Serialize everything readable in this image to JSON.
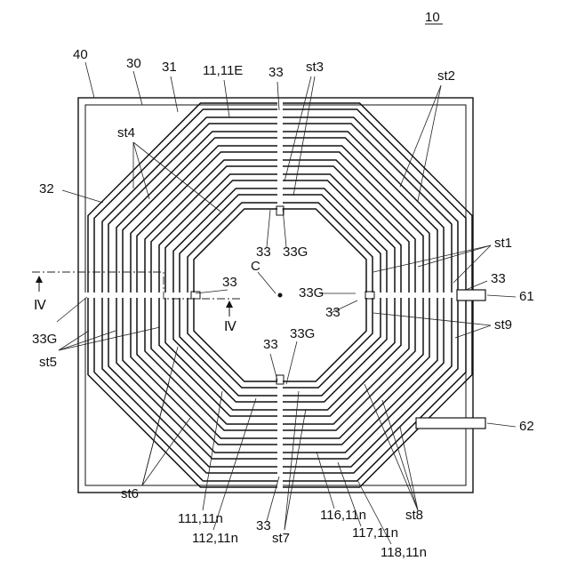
{
  "figure_number": "10",
  "labels": {
    "substrate": "40",
    "coil_unit": "30",
    "insulator": "31",
    "outer_coil": "11,11E",
    "gap_top": "33",
    "slit_group_3": "st3",
    "slit_group_2": "st2",
    "slit_group_4": "st4",
    "edge": "32",
    "slit_group_1": "st1",
    "gap_right": "33",
    "terminal_1": "61",
    "gap_center_top": "33",
    "gap_g_center_top": "33G",
    "center": "C",
    "gap_left_inner": "33",
    "gap_g_right": "33G",
    "gap_right_inner": "33",
    "slit_group_9": "st9",
    "section_mark_left": "Ⅳ",
    "section_mark_right": "Ⅳ",
    "gap_g_left": "33G",
    "slit_group_5": "st5",
    "gap_bottom_inner": "33",
    "gap_g_bottom": "33G",
    "terminal_2": "62",
    "slit_group_6": "st6",
    "coil_111": "111,11n",
    "gap_bottom": "33",
    "coil_112": "112,11n",
    "slit_group_7": "st7",
    "coil_116": "116,11n",
    "coil_117": "117,11n",
    "coil_118": "118,11n",
    "slit_group_8": "st8"
  },
  "colors": {
    "line": "#111111",
    "background": "#ffffff"
  }
}
